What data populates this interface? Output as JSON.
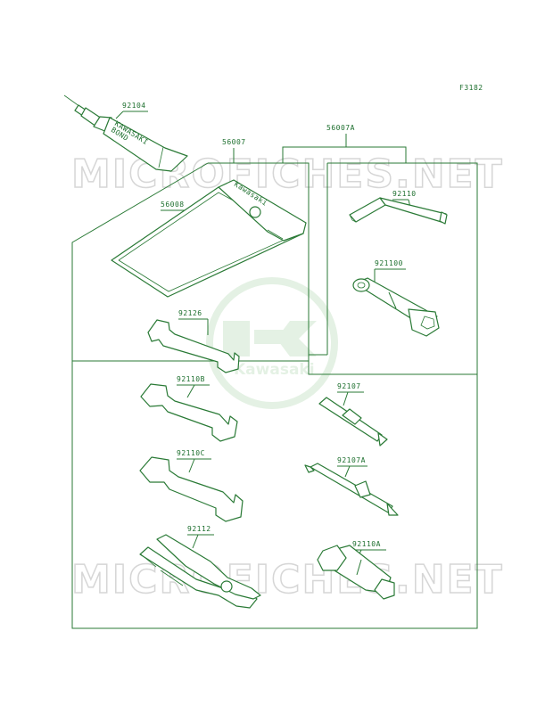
{
  "figure_id": "F3182",
  "watermark": {
    "site_text": "MICROFICHES.NET",
    "logo_text": "Kawasaki"
  },
  "tube_print": {
    "line1": "KAWASAKI",
    "line2": "BOND"
  },
  "bag_print": "Kawasaki",
  "parts": [
    {
      "id": "92104",
      "name": "bond tube"
    },
    {
      "id": "56007",
      "name": "tool kit"
    },
    {
      "id": "56007A",
      "name": "tool set"
    },
    {
      "id": "56008",
      "name": "tool bag"
    },
    {
      "id": "92110",
      "name": "hex wrench"
    },
    {
      "id": "921100",
      "name": "box wrench"
    },
    {
      "id": "92126",
      "name": "open end wrench"
    },
    {
      "id": "92110B",
      "name": "open end wrench"
    },
    {
      "id": "92110C",
      "name": "open end wrench"
    },
    {
      "id": "92107",
      "name": "screwdriver bit"
    },
    {
      "id": "92107A",
      "name": "screwdriver bit"
    },
    {
      "id": "92112",
      "name": "pliers"
    },
    {
      "id": "92110A",
      "name": "spark plug wrench"
    }
  ],
  "colors": {
    "line": "#2a7a36",
    "watermark": "#c8c8c8",
    "logo": "#cfe6cf"
  }
}
